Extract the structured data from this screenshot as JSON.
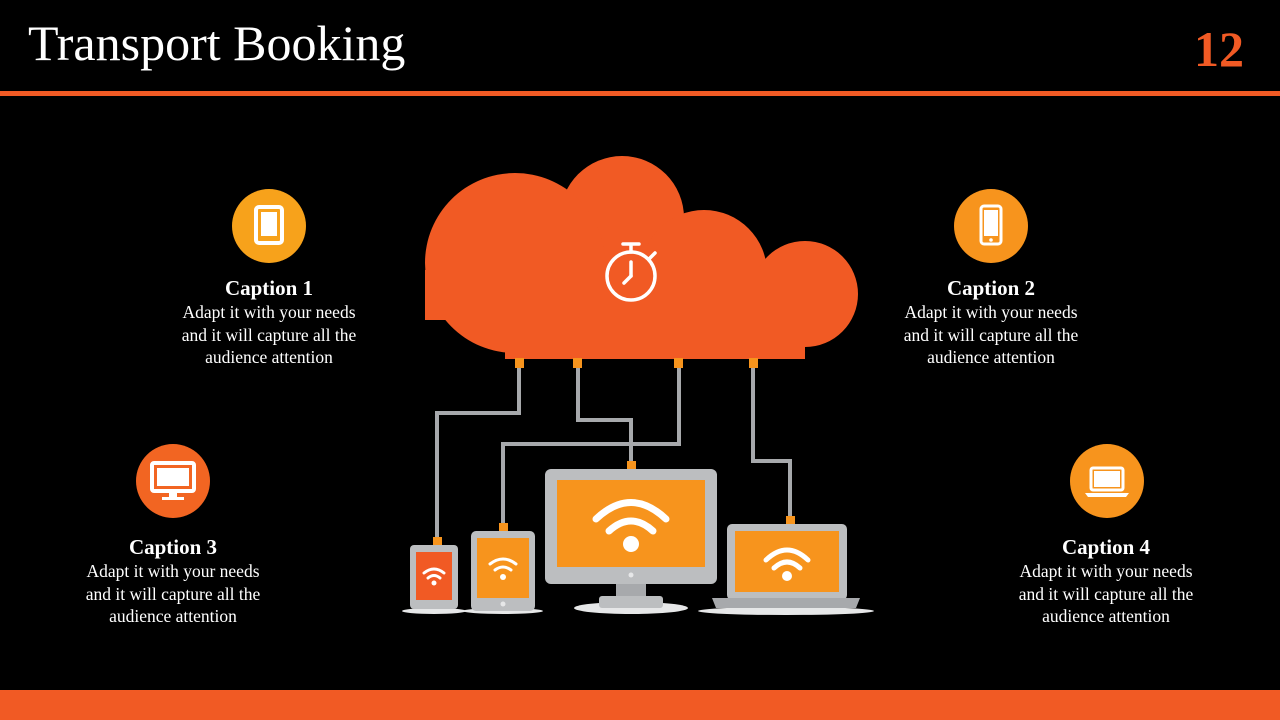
{
  "header": {
    "title": "Transport Booking",
    "slide_number": "12"
  },
  "captions": [
    {
      "title": "Caption 1",
      "text_lines": [
        "Adapt it with your needs",
        "and it will capture all the",
        "audience attention"
      ],
      "icon": "tablet-icon"
    },
    {
      "title": "Caption 2",
      "text_lines": [
        "Adapt it with your needs",
        "and it will capture all the",
        "audience attention"
      ],
      "icon": "smartphone-icon"
    },
    {
      "title": "Caption 3",
      "text_lines": [
        "Adapt it with your needs",
        "and it will capture all the",
        "audience attention"
      ],
      "icon": "monitor-icon"
    },
    {
      "title": "Caption 4",
      "text_lines": [
        "Adapt it with your needs",
        "and it will capture all the",
        "audience attention"
      ],
      "icon": "laptop-icon"
    }
  ],
  "diagram": {
    "cloud_icon": "stopwatch-icon",
    "devices": [
      "phone",
      "tablet",
      "desktop-monitor",
      "laptop"
    ],
    "device_screen_icon": "wifi-icon"
  },
  "colors": {
    "accent": "#f15a24",
    "icon_orange": "#f7941d",
    "background": "#000000",
    "device_gray": "#bcbec0"
  }
}
